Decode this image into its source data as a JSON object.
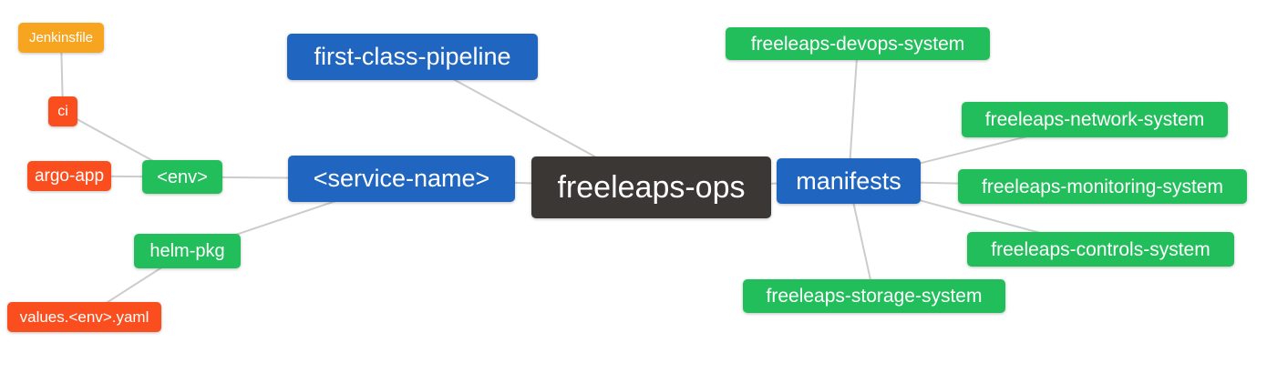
{
  "colors": {
    "root": "#3B3734",
    "primary": "#2066C0",
    "secondary": "#22BE5B",
    "accent": "#FA4E1E",
    "warning": "#F7A521",
    "edge": "#CCCCCC",
    "text": "#FFFFFF",
    "background": "#FFFFFF"
  },
  "nodes": [
    {
      "id": "jenkinsfile",
      "label": "Jenkinsfile",
      "color": "warning"
    },
    {
      "id": "ci",
      "label": "ci",
      "color": "accent"
    },
    {
      "id": "argo-app",
      "label": "argo-app",
      "color": "accent"
    },
    {
      "id": "env",
      "label": "<env>",
      "color": "secondary"
    },
    {
      "id": "helm-pkg",
      "label": "helm-pkg",
      "color": "secondary"
    },
    {
      "id": "values-env-yaml",
      "label": "values.<env>.yaml",
      "color": "accent"
    },
    {
      "id": "first-class-pipeline",
      "label": "first-class-pipeline",
      "color": "primary"
    },
    {
      "id": "service-name",
      "label": "<service-name>",
      "color": "primary"
    },
    {
      "id": "freeleaps-ops",
      "label": "freeleaps-ops",
      "color": "root"
    },
    {
      "id": "manifests",
      "label": "manifests",
      "color": "primary"
    },
    {
      "id": "devops-system",
      "label": "freeleaps-devops-system",
      "color": "secondary"
    },
    {
      "id": "network-system",
      "label": "freeleaps-network-system",
      "color": "secondary"
    },
    {
      "id": "monitoring-system",
      "label": "freeleaps-monitoring-system",
      "color": "secondary"
    },
    {
      "id": "controls-system",
      "label": "freeleaps-controls-system",
      "color": "secondary"
    },
    {
      "id": "storage-system",
      "label": "freeleaps-storage-system",
      "color": "secondary"
    }
  ],
  "edges": [
    {
      "from": "jenkinsfile",
      "to": "ci"
    },
    {
      "from": "ci",
      "to": "env"
    },
    {
      "from": "argo-app",
      "to": "env"
    },
    {
      "from": "env",
      "to": "service-name"
    },
    {
      "from": "helm-pkg",
      "to": "service-name"
    },
    {
      "from": "values-env-yaml",
      "to": "helm-pkg"
    },
    {
      "from": "first-class-pipeline",
      "to": "freeleaps-ops"
    },
    {
      "from": "service-name",
      "to": "freeleaps-ops"
    },
    {
      "from": "freeleaps-ops",
      "to": "manifests"
    },
    {
      "from": "manifests",
      "to": "devops-system"
    },
    {
      "from": "manifests",
      "to": "network-system"
    },
    {
      "from": "manifests",
      "to": "monitoring-system"
    },
    {
      "from": "manifests",
      "to": "controls-system"
    },
    {
      "from": "manifests",
      "to": "storage-system"
    }
  ]
}
